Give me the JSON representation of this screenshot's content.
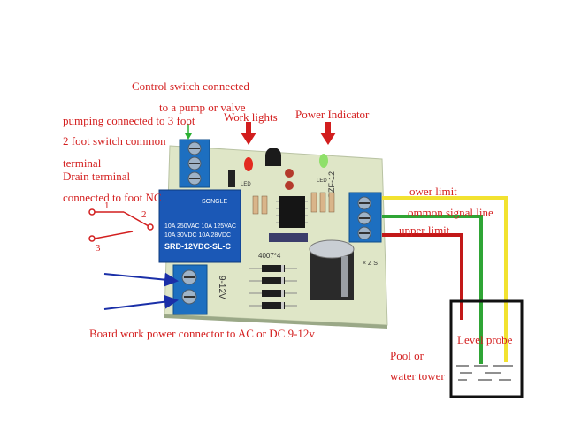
{
  "labels": {
    "control_switch_line1": "Control switch connected",
    "control_switch_line2": "to a pump or valve",
    "pumping": "pumping connected to 3 foot",
    "two_foot": "2 foot switch common",
    "terminal": "terminal",
    "drain": "Drain terminal",
    "connected_nc": "connected to foot NC",
    "work_lights": "Work lights",
    "power_indicator": "Power Indicator",
    "lower_limit": "ower limit",
    "common_signal": "ommon signal line",
    "upper_limit": "upper limit",
    "board_power": "Board work power connector to AC or DC 9-12v",
    "pool_or": "Pool or",
    "water_tower": "water tower",
    "level_probe": "Level probe",
    "switch_1": "1",
    "switch_2": "2",
    "switch_3": "3"
  },
  "board_text": {
    "relay_brand": "SONGLE",
    "relay_rating_1": "10A 250VAC  10A 125VAC",
    "relay_rating_2": "10A 30VDC  10A 28VDC",
    "relay_model": "SRD-12VDC-SL-C",
    "board_model": "GZF-12",
    "diode_label": "4007*4",
    "voltage_label": "9-12V",
    "led_label_1": "LED",
    "led_label_2": "LED"
  },
  "colors": {
    "annotation_text": "#d42020",
    "board": "#dfe6c7",
    "terminal_block": "#1d6fc0",
    "relay": "#1b58b6",
    "probe_yellow": "#f2e230",
    "probe_green": "#2fa535",
    "probe_red": "#c21818",
    "arrow_blue": "#1a2fa8",
    "arrow_red": "#d21e1e",
    "arrow_green": "#2bb032"
  }
}
